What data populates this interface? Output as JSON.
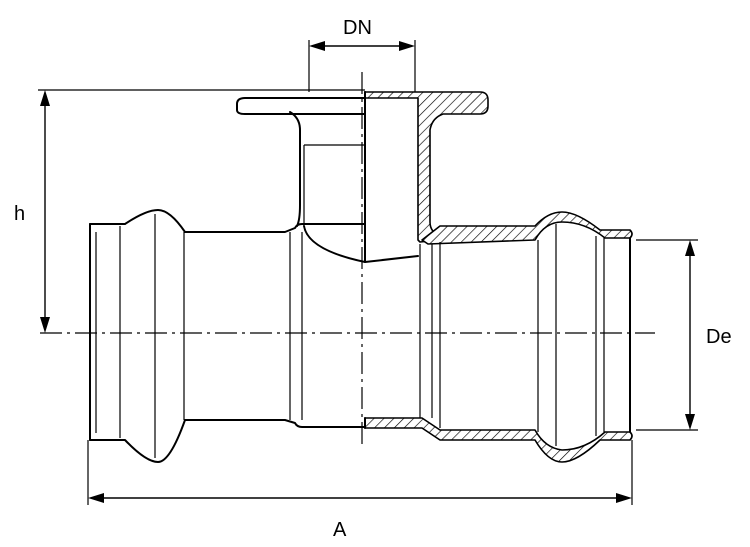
{
  "labels": {
    "dn": "DN",
    "h": "h",
    "de": "De",
    "a": "A"
  },
  "colors": {
    "line": "#000000",
    "background": "#ffffff"
  }
}
